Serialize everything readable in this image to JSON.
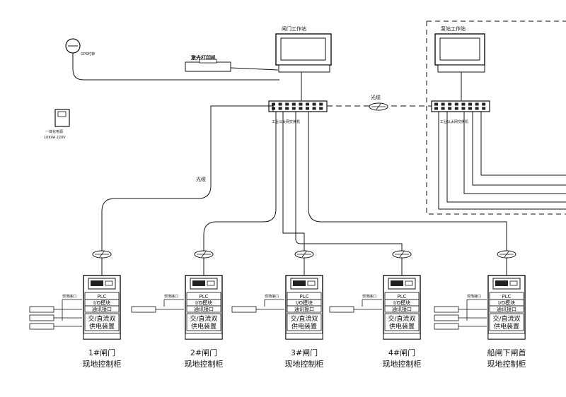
{
  "workstations": {
    "gate": "闸门工作站",
    "pump": "泵站工作站"
  },
  "gps_clock": "GPS时钟",
  "laser_printer": "激光打印机",
  "ups": {
    "label": "一体化电源",
    "spec": "10KVA 220V"
  },
  "switches": {
    "gate": "工业以太网交换机",
    "pump": "工业以太网交换机"
  },
  "fiber_label": "光缆",
  "cabinet_rows": {
    "plc": "PLC",
    "io": "I/O模块",
    "comm": "通讯接口",
    "power_line1": "交/直流双",
    "power_line2": "供电装置",
    "ext_label": "现场接口"
  },
  "cabinets": [
    {
      "id": "c1",
      "name1": "1#闸门",
      "name2": "现地控制柜"
    },
    {
      "id": "c2",
      "name1": "2#闸门",
      "name2": "现地控制柜"
    },
    {
      "id": "c3",
      "name1": "3#闸门",
      "name2": "现地控制柜"
    },
    {
      "id": "c4",
      "name1": "4#闸门",
      "name2": "现地控制柜"
    },
    {
      "id": "c5",
      "name1": "船闸下闸首",
      "name2": "现地控制柜"
    }
  ],
  "colors": {
    "line": "#111111",
    "panel": "#ffffff"
  }
}
